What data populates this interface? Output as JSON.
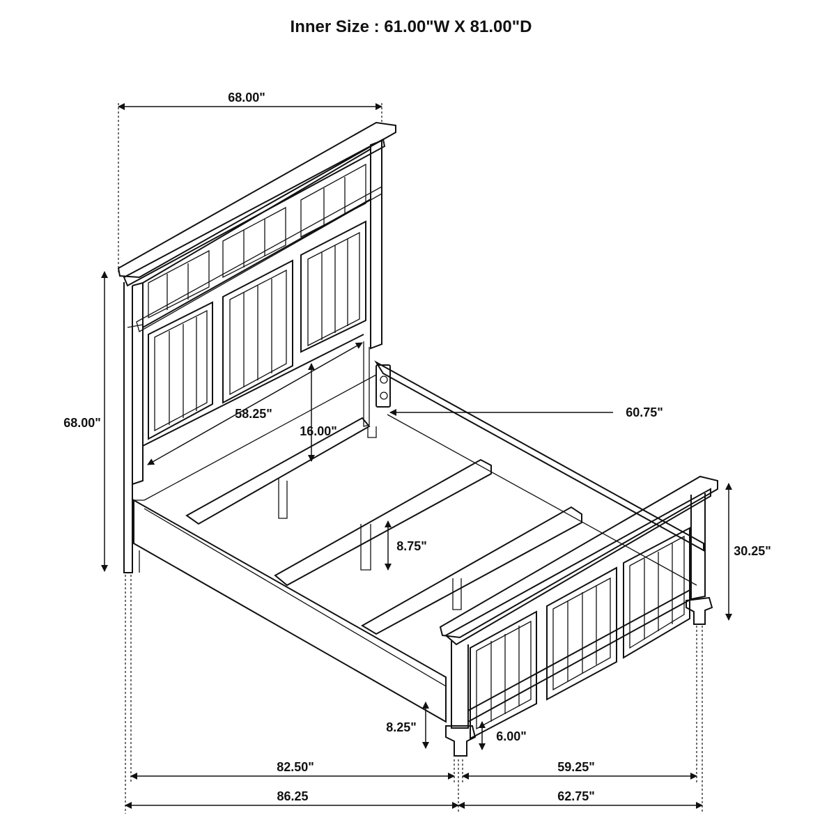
{
  "title": "Inner Size : 61.00\"W X 81.00\"D",
  "dimensions": {
    "headboard_width": "68.00\"",
    "headboard_height": "68.00\"",
    "headboard_inner_width": "58.25\"",
    "rail_clearance": "16.00\"",
    "side_rail_length": "60.75\"",
    "slat_height": "8.75\"",
    "footboard_height": "30.25\"",
    "rail_ground_clearance": "8.25\"",
    "foot_height": "6.00\"",
    "length_inner": "82.50\"",
    "length_overall": "86.25",
    "width_inner": "59.25\"",
    "width_overall": "62.75\""
  }
}
